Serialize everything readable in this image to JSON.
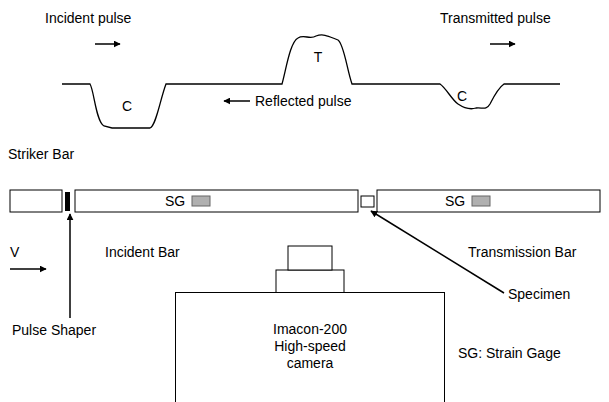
{
  "diagram": {
    "nodes": [
      {
        "text": [
          "Imacon-200 High-speed camera"
        ]
      }
    ],
    "labels": [
      "Incident pulse",
      "Transmitted pulse",
      "T",
      "C",
      "Reflected pulse",
      "C",
      "Striker Bar",
      "SG",
      "SG",
      "V",
      "Incident Bar",
      "Transmission Bar",
      "Specimen",
      "Pulse Shaper",
      "SG: Strain Gage"
    ]
  }
}
